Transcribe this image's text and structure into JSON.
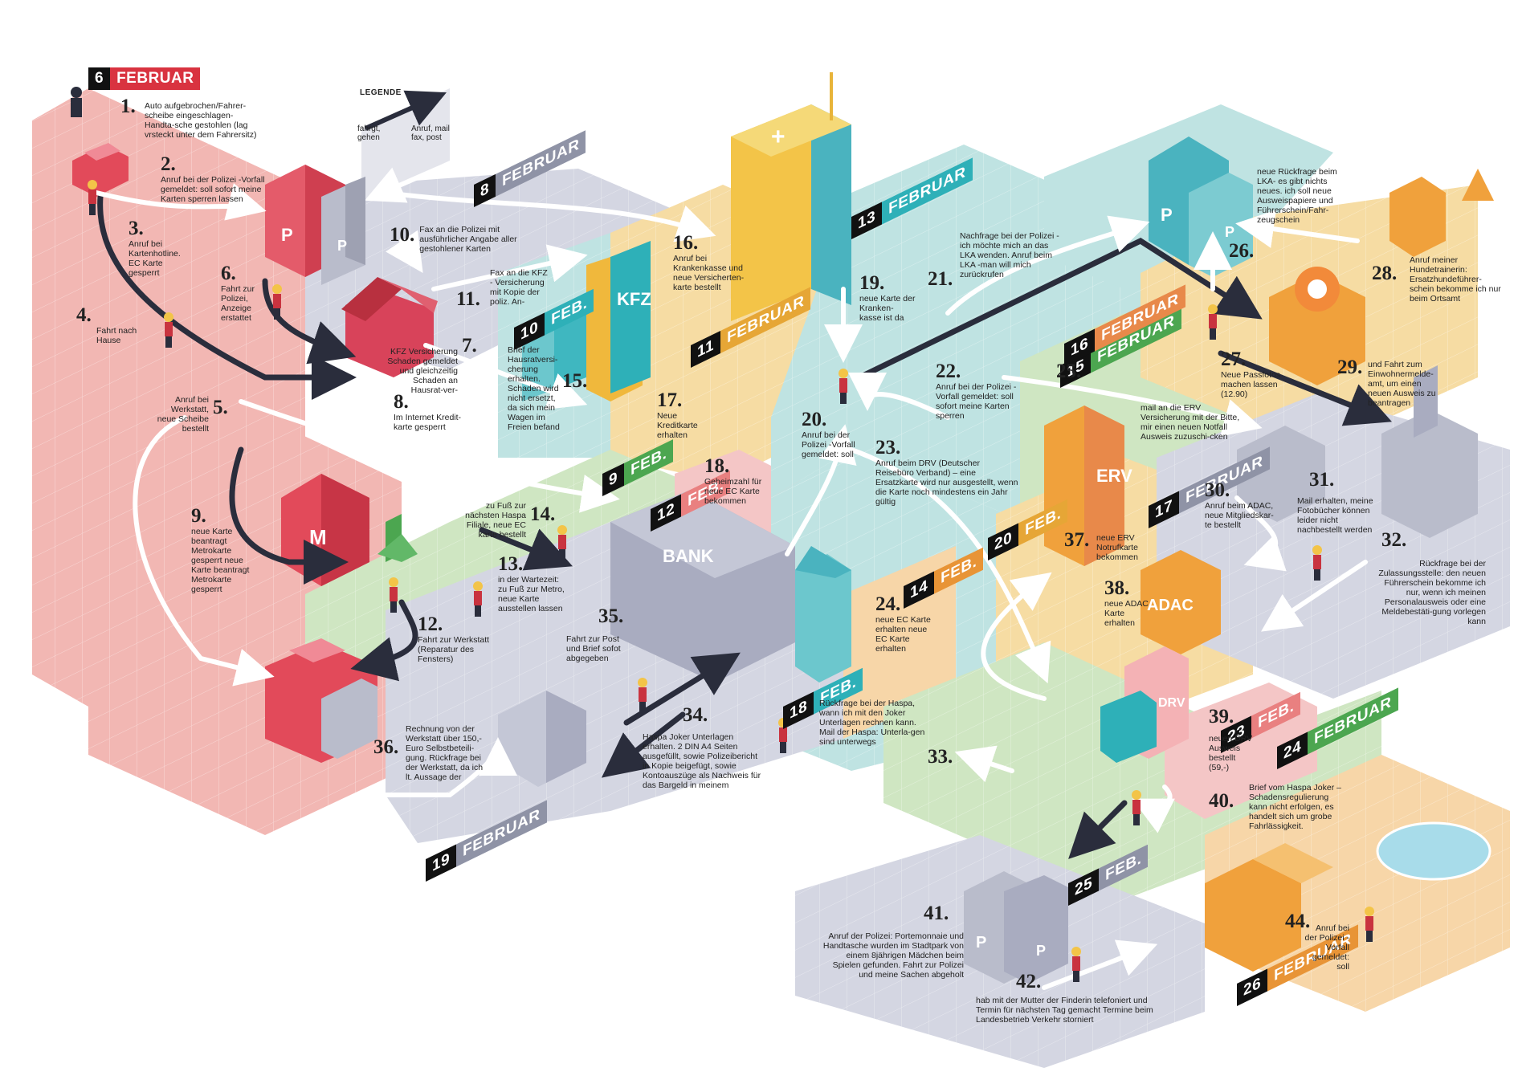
{
  "legend": {
    "title": "LEGENDE",
    "walk_label_1": "fahrgt,",
    "walk_label_2": "gehen",
    "call_label_1": "Anruf, mail",
    "call_label_2": "fax, post"
  },
  "dates": [
    {
      "day": "6",
      "month": "FEBRUAR",
      "color": "#d93340"
    },
    {
      "day": "8",
      "month": "FEBRUAR",
      "color": "#8f93a6"
    },
    {
      "day": "9",
      "month": "FEB.",
      "color": "#4ca650"
    },
    {
      "day": "10",
      "month": "FEB.",
      "color": "#2eb0b8"
    },
    {
      "day": "11",
      "month": "FEBRUAR",
      "color": "#e6a636"
    },
    {
      "day": "12",
      "month": "FEB.",
      "color": "#e98080"
    },
    {
      "day": "13",
      "month": "FEBRUAR",
      "color": "#2eb0b8"
    },
    {
      "day": "14",
      "month": "FEB.",
      "color": "#e89436"
    },
    {
      "day": "15",
      "month": "FEBRUAR",
      "color": "#4ca650"
    },
    {
      "day": "16",
      "month": "FEBRUAR",
      "color": "#e8894a"
    },
    {
      "day": "17",
      "month": "FEBRUAR",
      "color": "#8f93a6"
    },
    {
      "day": "18",
      "month": "FEB.",
      "color": "#2eb0b8"
    },
    {
      "day": "19",
      "month": "FEBRUAR",
      "color": "#8f93a6"
    },
    {
      "day": "20",
      "month": "FEB.",
      "color": "#e6a636"
    },
    {
      "day": "23",
      "month": "FEB.",
      "color": "#e98080"
    },
    {
      "day": "24",
      "month": "FEBRUAR",
      "color": "#4ca650"
    },
    {
      "day": "25",
      "month": "FEB.",
      "color": "#8f93a6"
    },
    {
      "day": "26",
      "month": "FEBRUAR",
      "color": "#e89436"
    }
  ],
  "steps": [
    {
      "num": "1.",
      "text": "Auto aufgebrochen/Fahrer-scheibe eingeschlagen-Handta-sche gestohlen (lag vrsteckt unter dem Fahrersitz)"
    },
    {
      "num": "2.",
      "text": "Anruf bei der Polizei -Vorfall gemeldet: soll sofort meine Karten sperren lassen"
    },
    {
      "num": "3.",
      "text": "Anruf bei Kartenhotline. EC Karte gesperrt"
    },
    {
      "num": "4.",
      "text": "Fahrt nach Hause"
    },
    {
      "num": "5.",
      "text": "Anruf bei Werkstatt, neue Scheibe bestellt"
    },
    {
      "num": "6.",
      "text": "Fahrt zur Polizei, Anzeige erstattet"
    },
    {
      "num": "7.",
      "text": "KFZ Versicherung Schaden gemeldet und gleichzeitig Schaden an Hausrat-ver-"
    },
    {
      "num": "8.",
      "text": "Im Internet Kredit-karte gesperrt"
    },
    {
      "num": "9.",
      "text": "neue Karte beantragt Metrokarte gesperrt neue Karte beantragt Metrokarte gesperrt"
    },
    {
      "num": "10.",
      "text": "Fax an die Polizei mit ausführlicher Angabe aller gestohlener Karten"
    },
    {
      "num": "11.",
      "text": "Fax an die KFZ - Versicherung mit Kopie der poliz. An-"
    },
    {
      "num": "12.",
      "text": "Fahrt zur Werkstatt (Reparatur des Fensters)"
    },
    {
      "num": "13.",
      "text": "in der Wartezeit: zu Fuß zur Metro, neue Karte ausstellen lassen"
    },
    {
      "num": "14.",
      "text": "zu Fuß zur nächsten Haspa Filiale, neue EC karte bestellt"
    },
    {
      "num": "15.",
      "text": "Brief der Hausratversi-cherung erhalten. Schaden wird nicht ersetzt, da sich mein Wagen im Freien befand"
    },
    {
      "num": "16.",
      "text": "Anruf bei Krankenkasse und neue Versicherten-karte bestellt"
    },
    {
      "num": "17.",
      "text": "Neue Kreditkarte erhalten"
    },
    {
      "num": "18.",
      "text": "Geheimzahl für neue EC Karte bekommen"
    },
    {
      "num": "19.",
      "text": "neue Karte der Kranken-kasse ist da"
    },
    {
      "num": "20.",
      "text": "Anruf bei der Polizei -Vorfall gemeldet: soll"
    },
    {
      "num": "21.",
      "text": "Nachfrage bei der Polizei - ich möchte mich an das LKA wenden. Anruf beim LKA -man will mich zurückrufen"
    },
    {
      "num": "22.",
      "text": "Anruf bei der Polizei -Vorfall gemeldet: soll sofort meine Karten sperren"
    },
    {
      "num": "23.",
      "text": "Anruf beim DRV (Deutscher Reisebüro Verband) – eine Ersatzkarte wird nur ausgestellt, wenn die Karte noch mindestens ein Jahr gültig"
    },
    {
      "num": "24.",
      "text": "neue EC Karte erhalten neue EC Karte erhalten"
    },
    {
      "num": "25.",
      "text": "mail an die ERV Versicherung mit der Bitte, mir einen neuen Notfall Ausweis zuzuschi-cken"
    },
    {
      "num": "26.",
      "text": "neue Rückfrage beim LKA- es gibt nichts neues. ich soll neue Ausweispapiere und Führerschein/Fahr-zeugschein"
    },
    {
      "num": "27.",
      "text": "Neue Passfotos machen lassen (12.90)"
    },
    {
      "num": "28.",
      "text": "Anruf meiner Hundetrainerin: Ersatzhundeführer-schein bekomme ich nur beim Ortsamt"
    },
    {
      "num": "29.",
      "text": "und Fahrt zum Einwohnermelde-amt, um einen neuen Ausweis zu beantragen"
    },
    {
      "num": "30.",
      "text": "Anruf beim ADAC, neue Mitgliedskar-te bestellt"
    },
    {
      "num": "31.",
      "text": "Mail erhalten, meine Fotobücher können leider nicht nachbestellt werden"
    },
    {
      "num": "32.",
      "text": "Rückfrage bei der Zulassungsstelle: den neuen Führerschein bekomme ich nur, wenn ich meinen Personalausweis oder eine Meldebestäti-gung vorlegen kann"
    },
    {
      "num": "33.",
      "text": "Rückfrage bei der Haspa, wann ich mit den Joker Unterlagen rechnen kann. Mail der Haspa: Unterla-gen sind unterwegs"
    },
    {
      "num": "34.",
      "text": "Haspa Joker Unterlagen erhalten. 2 DIN A4 Seiten ausgefüllt, sowie Polizeibericht in Kopie beigefügt, sowie Kontoauszüge als Nachweis für das Bargeld in meinem"
    },
    {
      "num": "35.",
      "text": "Fahrt zur Post und Brief sofot abgegeben"
    },
    {
      "num": "36.",
      "text": "Rechnung von der Werkstatt über 150,- Euro Selbstbeteili-gung. Rückfrage bei der Werkstatt, da ich lt. Aussage der"
    },
    {
      "num": "37.",
      "text": "neue ERV Notrufkarte bekommen"
    },
    {
      "num": "38.",
      "text": "neue ADAC Karte erhalten"
    },
    {
      "num": "39.",
      "text": "neuen DRV Ausweis bestellt (59,-)"
    },
    {
      "num": "40.",
      "text": "Brief vom Haspa Joker – Schadensregulierung kann nicht erfolgen, es handelt sich um grobe Fahrlässigkeit."
    },
    {
      "num": "41.",
      "text": "Anruf der Polizei: Portemonnaie und Handtasche wurden im Stadtpark von einem 8jährigen Mädchen beim Spielen gefunden. Fahrt zur Polizei und meine Sachen abgeholt"
    },
    {
      "num": "42.",
      "text": "hab mit der Mutter der Finderin telefoniert und Termin für nächsten Tag gemacht Termine beim Landesbetrieb Verkehr storniert"
    },
    {
      "num": "44.",
      "text": "Anruf bei der Polizei -Vorfall gemeldet: soll"
    }
  ],
  "building_signs": {
    "police_p": "P",
    "kfz": "KFZ",
    "metro_m": "M",
    "bank": "BANK",
    "erv": "ERV",
    "adac": "ADAC",
    "drv": "DRV",
    "hospital_cross": "+"
  },
  "colors": {
    "red_zone": "#f2b7b3",
    "grey_zone": "#d4d6e2",
    "teal_zone": "#bfe3e2",
    "yellow_zone": "#f6dca3",
    "green_zone": "#cfe6c2",
    "pink_zone": "#f4c6c6",
    "orange_zone": "#f7d6a8"
  }
}
